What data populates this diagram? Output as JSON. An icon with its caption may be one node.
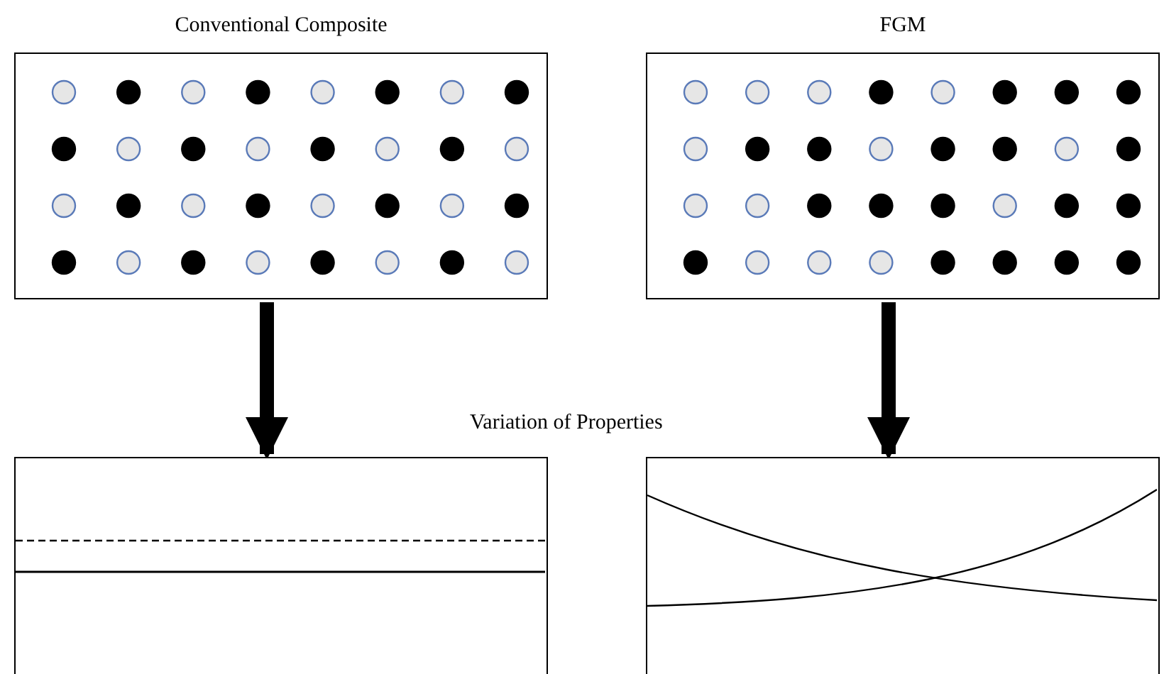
{
  "diagram": {
    "nodes": [
      {
        "text": [
          "Conventional Composite"
        ]
      },
      {
        "text": [
          "FGM"
        ]
      },
      {
        "text": [],
        "shape": "box"
      },
      {
        "text": [],
        "shape": "box"
      }
    ],
    "edges": [
      {
        "from": 0,
        "to": 2,
        "arrow": "to"
      },
      {
        "from": 1,
        "to": 3,
        "arrow": "to"
      }
    ],
    "labels": [
      "Variation of Properties"
    ]
  }
}
